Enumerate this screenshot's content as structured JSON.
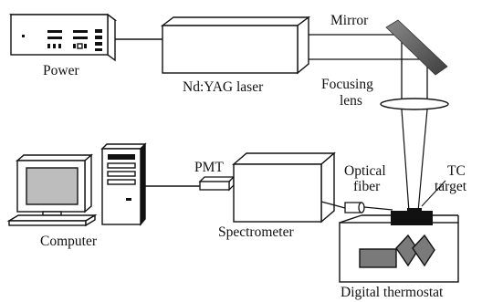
{
  "labels": {
    "power": "Power",
    "laser": "Nd:YAG laser",
    "mirror": "Mirror",
    "focusing_line1": "Focusing",
    "focusing_line2": "lens",
    "pmt": "PMT",
    "optical_line1": "Optical",
    "optical_line2": "fiber",
    "tc_line1": "TC",
    "tc_line2": "target",
    "computer": "Computer",
    "spectrometer": "Spectrometer",
    "thermostat": "Digital thermostat"
  },
  "colors": {
    "stroke": "#111111",
    "mirror": "#555555",
    "block": "#7a7a7a",
    "target": "#111111"
  }
}
